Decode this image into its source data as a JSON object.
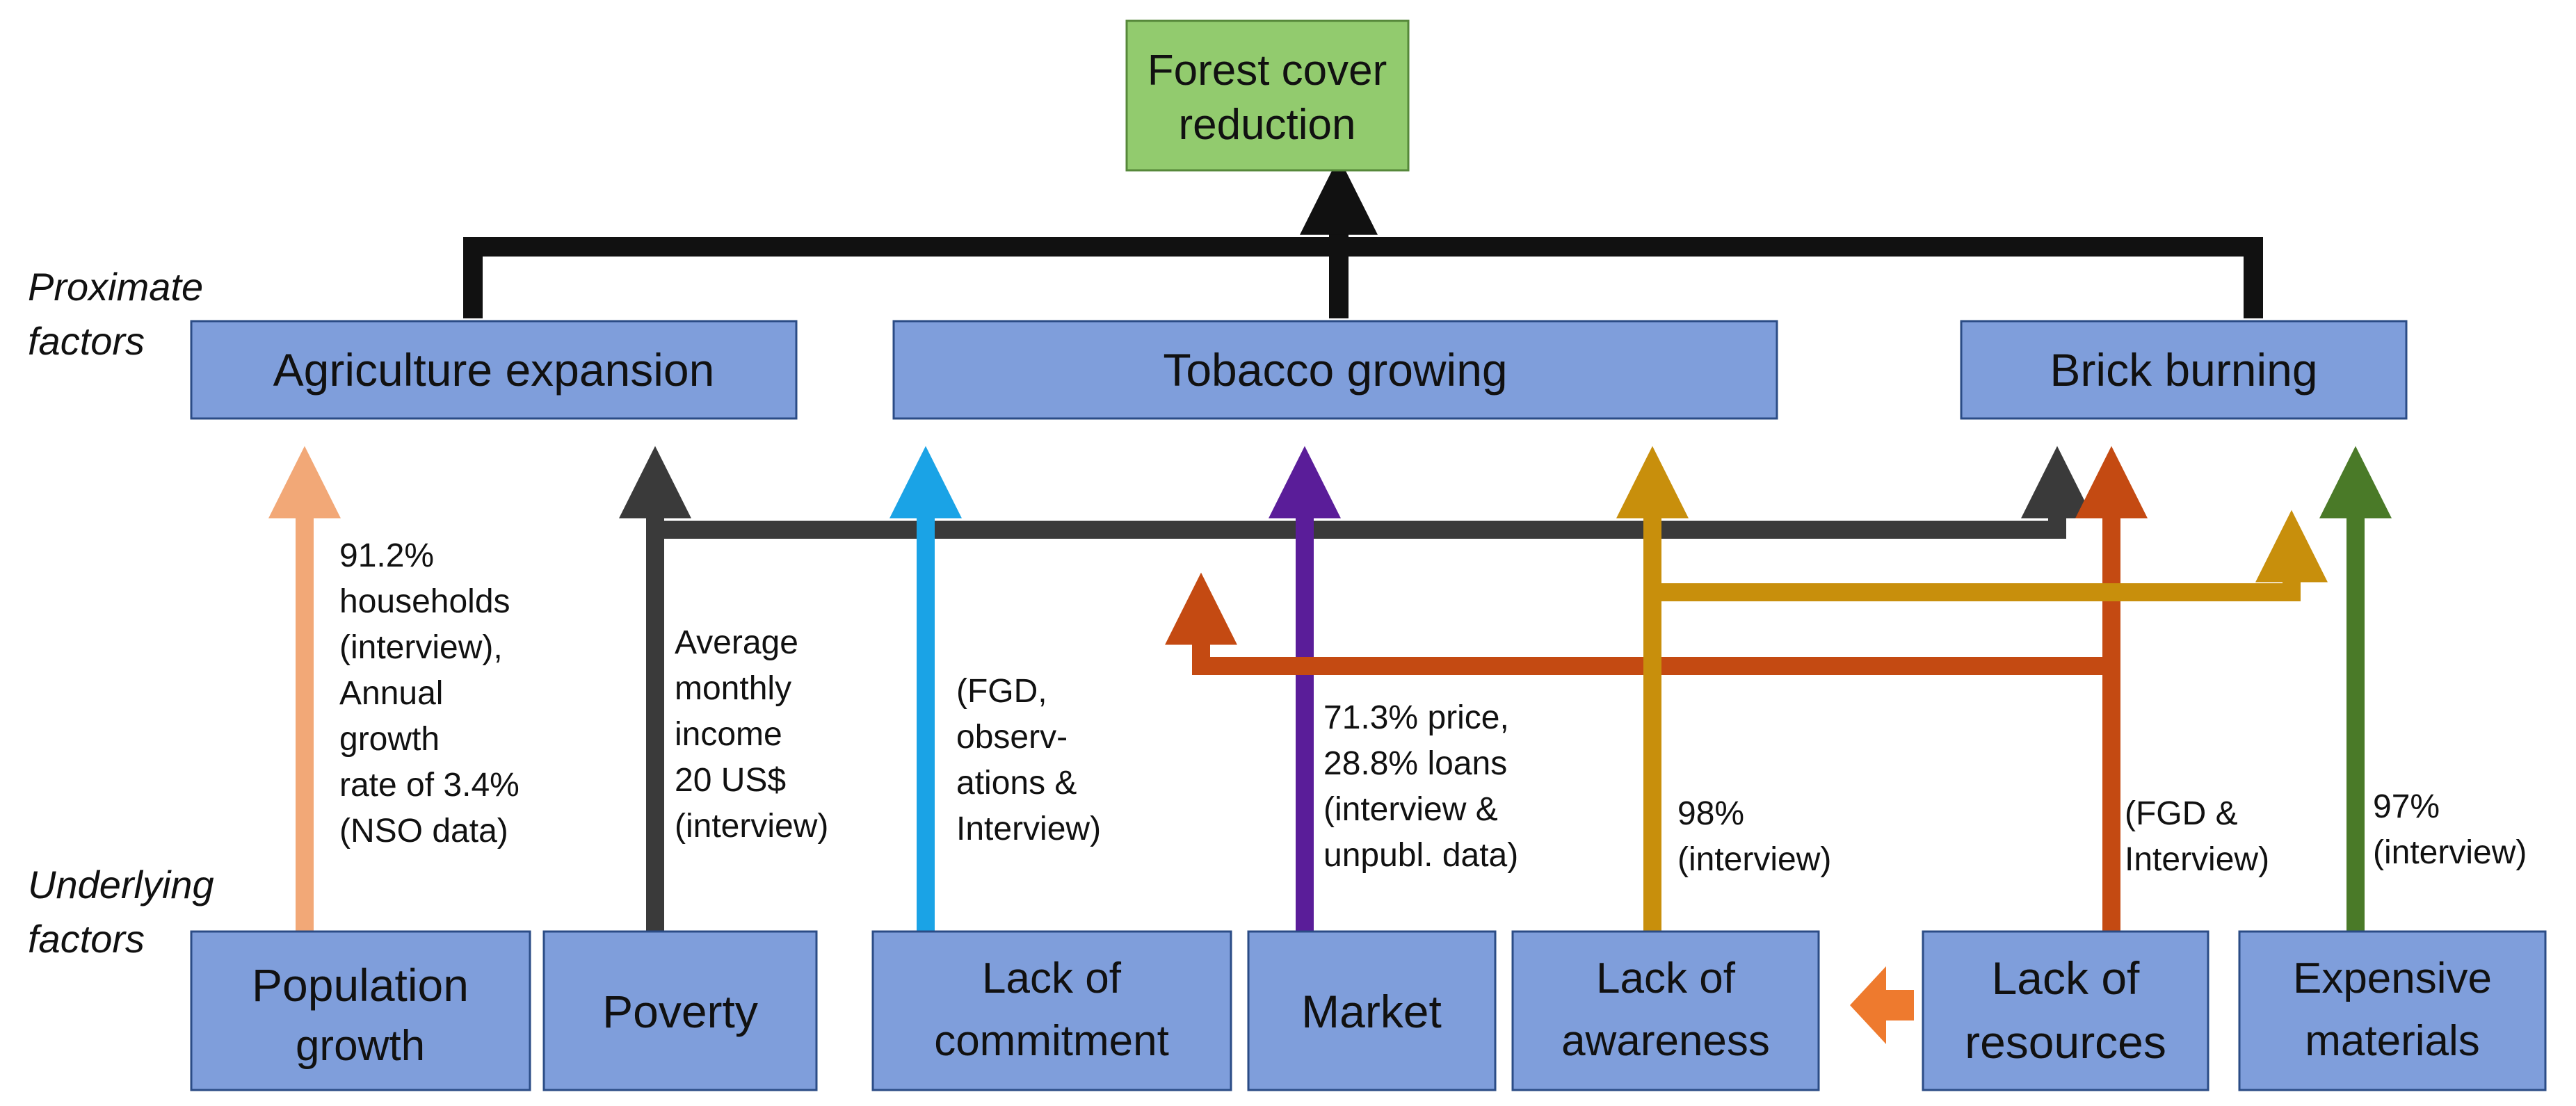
{
  "colors": {
    "top_box_fill": "#92cb6e",
    "factor_box_fill": "#7f9edb",
    "box_border": "#2b4c86",
    "black": "#111111",
    "dark_gray": "#3a3a3a",
    "peach": "#f2a877",
    "blue": "#1aa3e6",
    "purple": "#5a1d99",
    "gold": "#c88f0c",
    "rust": "#c44a12",
    "green": "#4a7a28",
    "orange": "#ee7a2e"
  },
  "levels": {
    "proximate": [
      "Proximate",
      "factors"
    ],
    "underlying": [
      "Underlying",
      "factors"
    ]
  },
  "outcome": {
    "lines": [
      "Forest cover",
      "reduction"
    ]
  },
  "proximate_factors": [
    {
      "id": "agriculture",
      "label": "Agriculture expansion"
    },
    {
      "id": "tobacco",
      "label": "Tobacco growing"
    },
    {
      "id": "brick",
      "label": "Brick burning"
    }
  ],
  "underlying_factors": [
    {
      "id": "population",
      "lines": [
        "Population",
        "growth"
      ]
    },
    {
      "id": "poverty",
      "lines": [
        "Poverty"
      ]
    },
    {
      "id": "commitment",
      "lines": [
        "Lack of",
        "commitment"
      ]
    },
    {
      "id": "market",
      "lines": [
        "Market"
      ]
    },
    {
      "id": "awareness",
      "lines": [
        "Lack of",
        "awareness"
      ]
    },
    {
      "id": "resources",
      "lines": [
        "Lack of",
        "resources"
      ]
    },
    {
      "id": "materials",
      "lines": [
        "Expensive",
        "materials"
      ]
    }
  ],
  "evidence": {
    "population": [
      "91.2%",
      "households",
      "(interview),",
      "Annual",
      "growth",
      "rate of 3.4%",
      "(NSO data)"
    ],
    "poverty": [
      "Average",
      "monthly",
      "income",
      "20 US$",
      "(interview)"
    ],
    "commitment": [
      "(FGD,",
      "observ-",
      "ations &",
      "Interview)"
    ],
    "market": [
      "71.3% price,",
      "28.8% loans",
      "(interview &",
      "unpubl. data)"
    ],
    "awareness": [
      "98%",
      "(interview)"
    ],
    "resources": [
      "(FGD &",
      "Interview)"
    ],
    "materials": [
      "97%",
      "(interview)"
    ]
  }
}
